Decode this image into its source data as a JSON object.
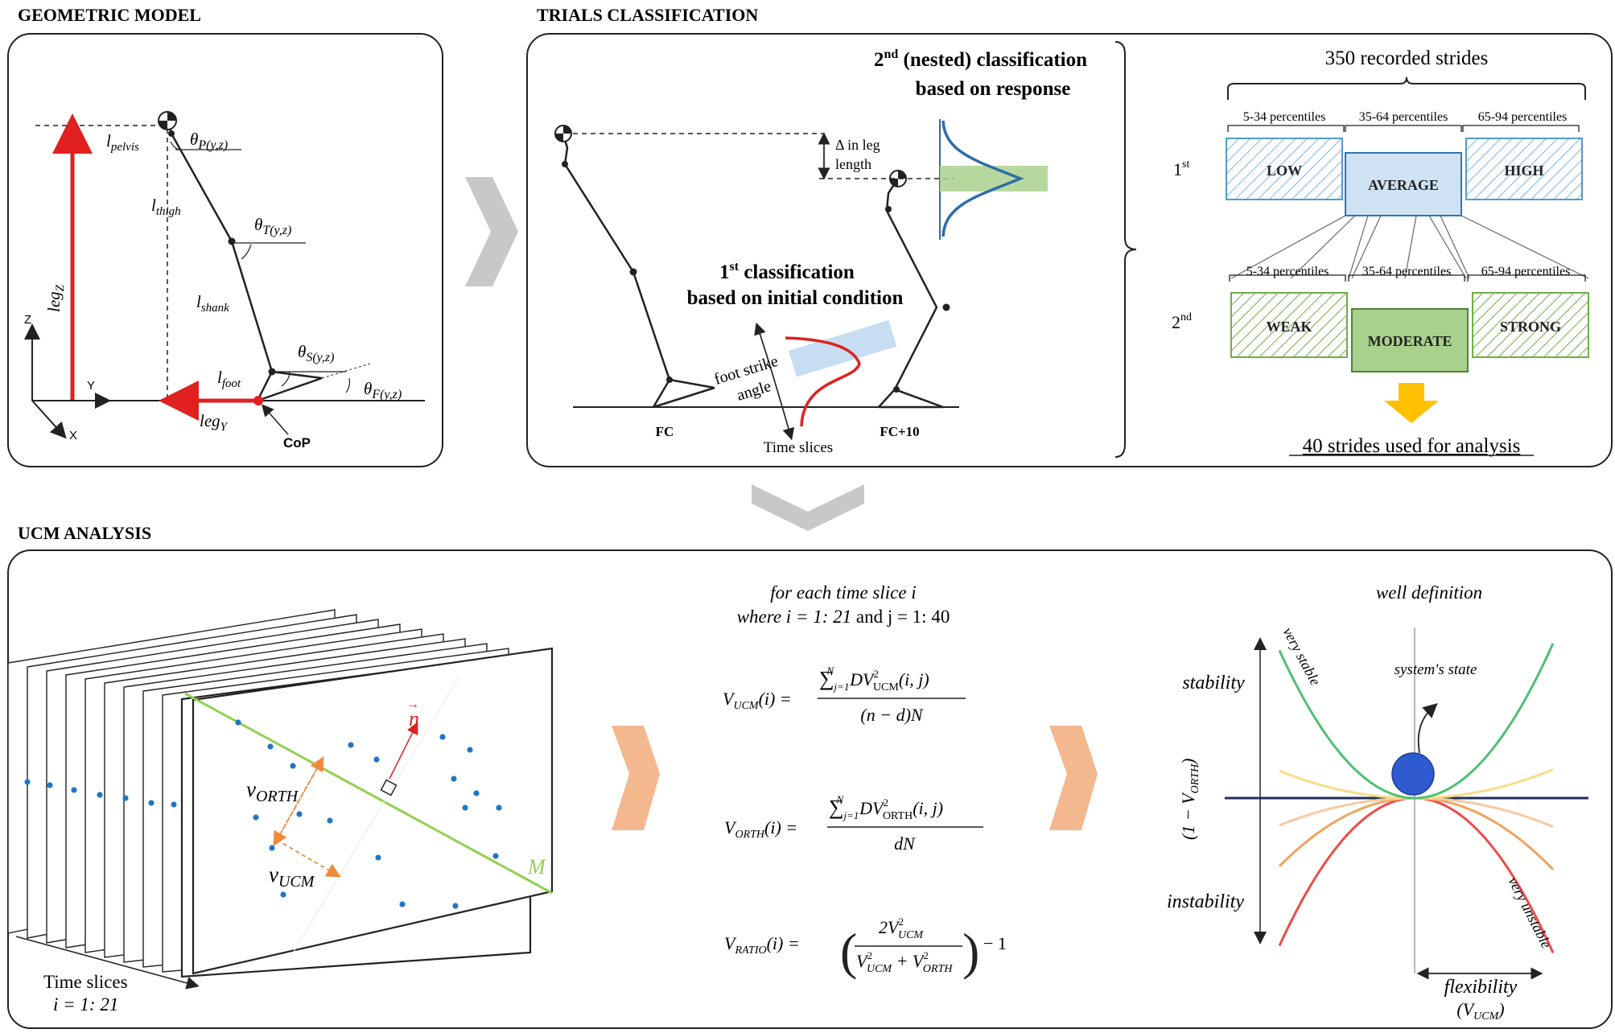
{
  "panels": {
    "geometric_title": "GEOMETRIC MODEL",
    "trials_title": "TRIALS CLASSIFICATION",
    "ucm_title": "UCM ANALYSIS"
  },
  "geometric": {
    "l_pelvis": "l",
    "l_pelvis_sub": "pelvis",
    "l_thigh": "l",
    "l_thigh_sub": "thigh",
    "l_shank": "l",
    "l_shank_sub": "shank",
    "l_foot": "l",
    "l_foot_sub": "foot",
    "theta_p": "θ",
    "theta_p_sub": "P(y,z)",
    "theta_t": "θ",
    "theta_t_sub": "T(y,z)",
    "theta_s": "θ",
    "theta_s_sub": "S(y,z)",
    "theta_f": "θ",
    "theta_f_sub": "F(y,z)",
    "leg_z": "leg",
    "leg_z_sub": "Z",
    "leg_y": "leg",
    "leg_y_sub": "Y",
    "axis_z": "Z",
    "axis_y": "Y",
    "axis_x": "X",
    "cop": "CoP"
  },
  "trials": {
    "nested_title_pre": "2",
    "nested_title_sup": "nd",
    "nested_title_rest": " (nested) classification",
    "nested_title_line2": "based on response",
    "delta_line1": "Δ in leg",
    "delta_line2": "length",
    "first_title_pre": "1",
    "first_title_sup": "st",
    "first_title_rest": " classification",
    "first_title_line2": "based on initial condition",
    "foot_strike_line1": "foot strike",
    "foot_strike_line2": "angle",
    "fc": "FC",
    "fc10": "FC+10",
    "time_slices": "Time slices",
    "recorded": "350 recorded strides",
    "row1_label_pre": "1",
    "row1_label_sup": "st",
    "row2_label_pre": "2",
    "row2_label_sup": "nd",
    "percentiles": [
      "5-34 percentiles",
      "35-64 percentiles",
      "65-94 percentiles"
    ],
    "row1_boxes": [
      "LOW",
      "AVERAGE",
      "HIGH"
    ],
    "row2_boxes": [
      "WEAK",
      "MODERATE",
      "STRONG"
    ],
    "strides_used": "40 strides used for analysis"
  },
  "ucm": {
    "v_orth": "v",
    "v_orth_sub": "ORTH",
    "v_ucm": "v",
    "v_ucm_sub": "UCM",
    "n_vec": "n",
    "m_label": "M",
    "time_slices": "Time slices",
    "time_index": "i = 1: 21",
    "formula_intro_line1": "for each time slice i",
    "formula_intro_line2a": "where i = 1: 21",
    "formula_intro_line2b": " and j = 1: 40",
    "vucm_lhs": "V",
    "vucm_lhs_sub": "UCM",
    "vucm_lhs_arg": "(i) =",
    "vucm_num_sum": "∑",
    "vucm_num_sup": "N",
    "vucm_num_sub": "j=1",
    "vucm_num_body": "DV",
    "vucm_num_body_sup": "2",
    "vucm_num_body_sub": "UCM",
    "vucm_num_arg": "(i, j)",
    "vucm_den": "(n − d)N",
    "vorth_lhs": "V",
    "vorth_lhs_sub": "ORTH",
    "vorth_lhs_arg": "(i) =",
    "vorth_num_sum": "∑",
    "vorth_num_sup": "N",
    "vorth_num_sub": "j=1",
    "vorth_num_body": "DV",
    "vorth_num_body_sup": "2",
    "vorth_num_body_sub": "ORTH",
    "vorth_num_arg": "(i, j)",
    "vorth_den": "dN",
    "vratio_lhs": "V",
    "vratio_lhs_sub": "RATIO",
    "vratio_lhs_arg": "(i) =",
    "vratio_num": "2V",
    "vratio_num_sup": "2",
    "vratio_num_sub": "UCM",
    "vratio_den_a": "V",
    "vratio_den_a_sup": "2",
    "vratio_den_a_sub": "UCM",
    "vratio_den_plus": " + V",
    "vratio_den_b_sup": "2",
    "vratio_den_b_sub": "ORTH",
    "vratio_tail": "− 1",
    "well_title": "well definition",
    "stability": "stability",
    "instability": "instability",
    "very_stable": "very stable",
    "very_unstable": "very unstable",
    "system_state": "system's state",
    "y_axis": "(1 − V",
    "y_axis_sub": "ORTH",
    "y_axis_close": ")",
    "flexibility": "flexibility",
    "flex_paren": "(V",
    "flex_sub": "UCM",
    "flex_close": ")"
  },
  "colors": {
    "red": "#e0201f",
    "chevron_grey": "#c8c8c8",
    "chevron_orange": "#f4b88e",
    "blue_point": "#1f77c4",
    "green_line": "#92d050",
    "low_high_stroke": "#4f9bd0",
    "average_fill": "#cfe2f3",
    "green_hatch": "#70ad47",
    "moderate_fill": "#a9d18e",
    "arrow_yellow": "#ffc000",
    "curve_red": "#ed4b4b",
    "curve_orange": "#f2a35e",
    "curve_peach": "#f7c9a1",
    "curve_yellow": "#f7dc88",
    "curve_green": "#4fbf74",
    "baseline_navy": "#1f2f5a",
    "ball_blue": "#2f5bd0"
  }
}
